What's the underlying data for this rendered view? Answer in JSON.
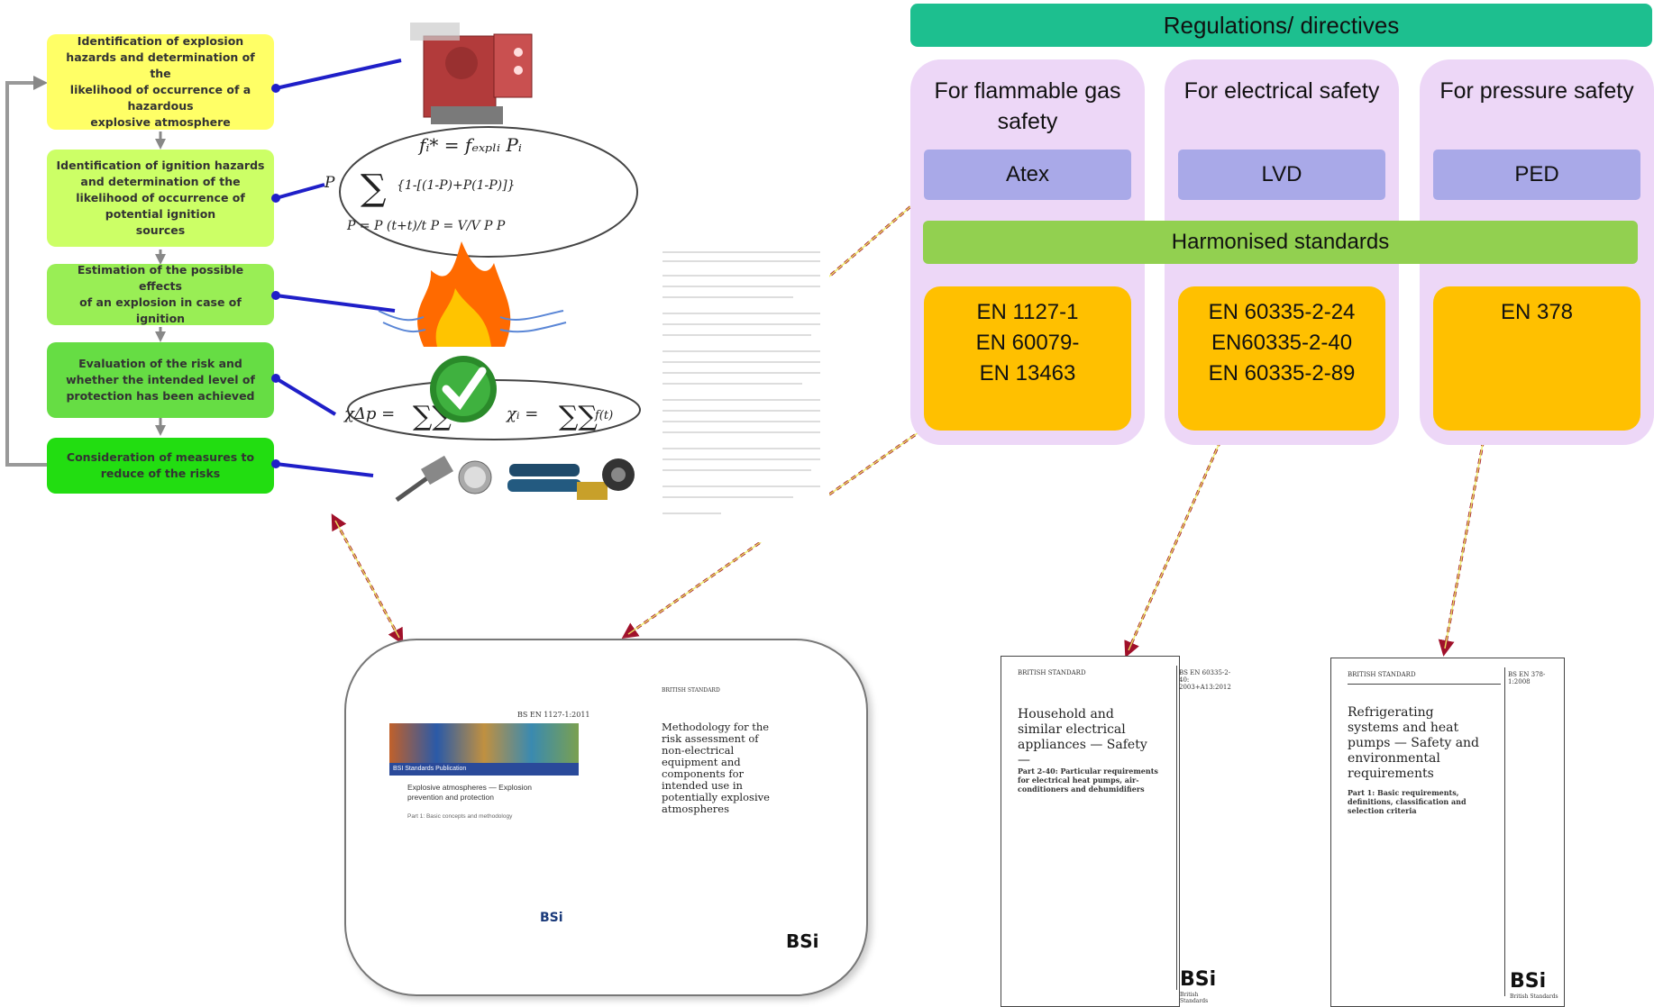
{
  "process_steps": [
    {
      "lines": [
        "Identification of explosion",
        "hazards and determination of the",
        "likelihood of occurrence of a",
        "hazardous",
        "explosive atmosphere"
      ],
      "color": "#ffff66"
    },
    {
      "lines": [
        "Identification of ignition hazards",
        "and determination of the",
        "likelihood of occurrence of",
        "potential ignition",
        "sources"
      ],
      "color": "#ccff66"
    },
    {
      "lines": [
        "Estimation of the possible effects",
        "of an explosion in case of ignition"
      ],
      "color": "#99ee55"
    },
    {
      "lines": [
        "Evaluation of the risk and",
        "whether the intended level of",
        "protection has been achieved"
      ],
      "color": "#66dd44"
    },
    {
      "lines": [
        "Consideration of measures to",
        "reduce of the risks"
      ],
      "color": "#22dd11"
    }
  ],
  "regulations": {
    "header": "Regulations/ directives",
    "harmonised_label": "Harmonised standards",
    "columns": [
      {
        "title": "For flammable gas safety",
        "directive": "Atex",
        "standards": [
          "EN 1127-1",
          "EN 60079-",
          "EN 13463"
        ]
      },
      {
        "title": "For electrical safety",
        "directive": "LVD",
        "standards": [
          "EN 60335-2-24",
          "EN60335-2-40",
          "EN 60335-2-89"
        ]
      },
      {
        "title": "For pressure safety",
        "directive": "PED",
        "standards": [
          "EN 378"
        ]
      }
    ]
  },
  "documents": {
    "en1127": {
      "id": "BS EN 1127-1:2011",
      "publication": "BSI Standards Publication",
      "title": "Explosive atmospheres — Explosion prevention and protection",
      "part": "Part 1: Basic concepts and methodology",
      "brand": "BSi"
    },
    "en13463": {
      "hdr": "BRITISH STANDARD",
      "title": "Methodology for the risk assessment of non-electrical equipment and components for intended use in potentially explosive atmospheres",
      "brand": "BSi"
    },
    "en60335": {
      "hdr": "BRITISH STANDARD",
      "ref": "BS EN 60335-2-40: 2003+A13:2012",
      "title": "Household and similar electrical appliances — Safety —",
      "part": "Part 2-40: Particular requirements for electrical heat pumps, air-conditioners and dehumidifiers",
      "brand": "BSi",
      "brand_sub": "British Standards"
    },
    "en378": {
      "hdr": "BRITISH STANDARD",
      "ref": "BS EN 378-1:2008",
      "title": "Refrigerating systems and heat pumps — Safety and environmental requirements",
      "part": "Part 1: Basic requirements, definitions, classification and selection criteria",
      "brand": "BSi",
      "brand_sub": "British Standards"
    }
  },
  "formulas": {
    "f1": "fᵢ* = fₑₓₚₗᵢ Pᵢ",
    "sum_label": "∑",
    "chi_dp": "χΔp =",
    "chi_i": "χᵢ ="
  },
  "colors": {
    "reg_header": "#1dbf8f",
    "column_bg": "#edd7f7",
    "directive": "#a9a9e8",
    "harmonised": "#92d050",
    "standards": "#ffc000",
    "connector_line": "#1f1fc8",
    "arrow": "#a0102a"
  }
}
